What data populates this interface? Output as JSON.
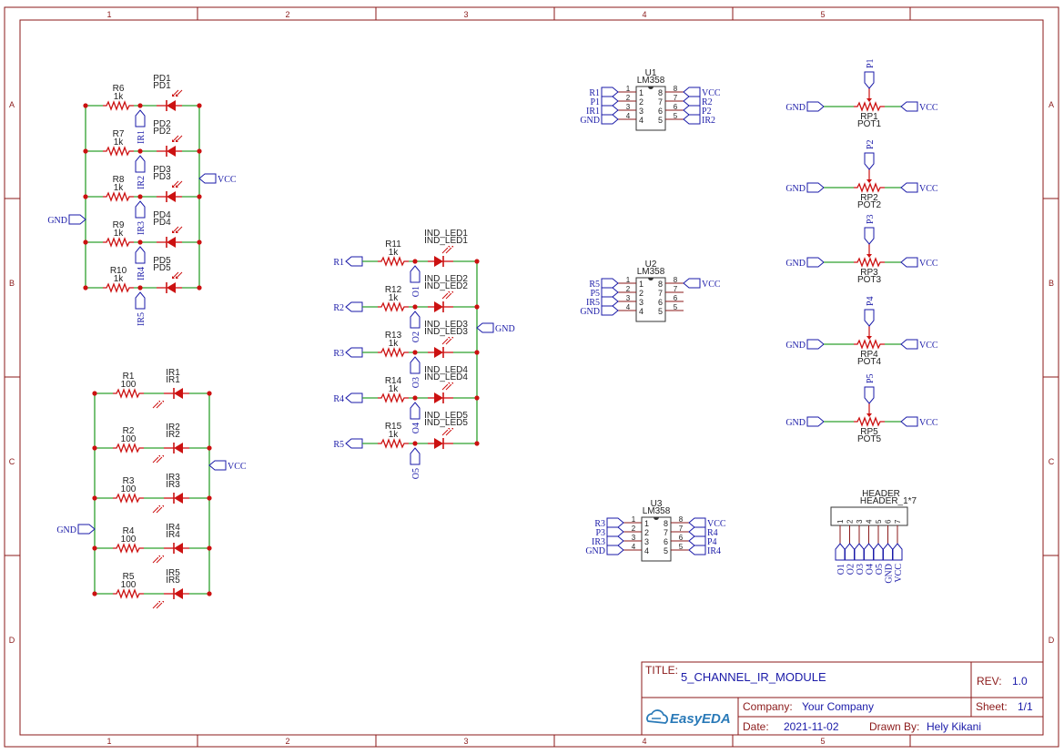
{
  "sheet": {
    "col_labels": [
      "1",
      "2",
      "3",
      "4",
      "5"
    ],
    "row_labels": [
      "A",
      "B",
      "C",
      "D"
    ]
  },
  "title_block": {
    "title_label": "TITLE:",
    "title": "5_CHANNEL_IR_MODULE",
    "rev_label": "REV:",
    "rev": "1.0",
    "company_label": "Company:",
    "company": "Your Company",
    "sheet_label": "Sheet:",
    "sheet": "1/1",
    "date_label": "Date:",
    "date": "2021-11-02",
    "drawn_label": "Drawn By:",
    "drawn_by": "Hely Kikani",
    "logo_text": "EasyEDA"
  },
  "photodiodes": [
    {
      "r": "R6",
      "rv": "1k",
      "pd": "PD1",
      "pdv": "PD1",
      "net": "IR1"
    },
    {
      "r": "R7",
      "rv": "1k",
      "pd": "PD2",
      "pdv": "PD2",
      "net": "IR2"
    },
    {
      "r": "R8",
      "rv": "1k",
      "pd": "PD3",
      "pdv": "PD3",
      "net": "IR3"
    },
    {
      "r": "R9",
      "rv": "1k",
      "pd": "PD4",
      "pdv": "PD4",
      "net": "IR4"
    },
    {
      "r": "R10",
      "rv": "1k",
      "pd": "PD5",
      "pdv": "PD5",
      "net": "IR5"
    }
  ],
  "ir_leds": [
    {
      "r": "R1",
      "rv": "100",
      "d": "IR1",
      "dv": "IR1"
    },
    {
      "r": "R2",
      "rv": "100",
      "d": "IR2",
      "dv": "IR2"
    },
    {
      "r": "R3",
      "rv": "100",
      "d": "IR3",
      "dv": "IR3"
    },
    {
      "r": "R4",
      "rv": "100",
      "d": "IR4",
      "dv": "IR4"
    },
    {
      "r": "R5",
      "rv": "100",
      "d": "IR5",
      "dv": "IR5"
    }
  ],
  "ind_leds": [
    {
      "in": "R1",
      "r": "R11",
      "rv": "1k",
      "d": "IND_LED1",
      "dv": "IND_LED1",
      "out": "O1"
    },
    {
      "in": "R2",
      "r": "R12",
      "rv": "1k",
      "d": "IND_LED2",
      "dv": "IND_LED2",
      "out": "O2"
    },
    {
      "in": "R3",
      "r": "R13",
      "rv": "1k",
      "d": "IND_LED3",
      "dv": "IND_LED3",
      "out": "O3"
    },
    {
      "in": "R4",
      "r": "R14",
      "rv": "1k",
      "d": "IND_LED4",
      "dv": "IND_LED4",
      "out": "O4"
    },
    {
      "in": "R5",
      "r": "R15",
      "rv": "1k",
      "d": "IND_LED5",
      "dv": "IND_LED5",
      "out": "O5"
    }
  ],
  "opamps": [
    {
      "ref": "U1",
      "val": "LM358",
      "left": [
        "R1",
        "P1",
        "IR1",
        "GND"
      ],
      "right": [
        "VCC",
        "R2",
        "P2",
        "IR2"
      ]
    },
    {
      "ref": "U2",
      "val": "LM358",
      "left": [
        "R5",
        "P5",
        "IR5",
        "GND"
      ],
      "right": [
        "VCC",
        "",
        "",
        ""
      ]
    },
    {
      "ref": "U3",
      "val": "LM358",
      "left": [
        "R3",
        "P3",
        "IR3",
        "GND"
      ],
      "right": [
        "VCC",
        "R4",
        "P4",
        "IR4"
      ]
    }
  ],
  "pots": [
    {
      "ref": "RP1",
      "val": "POT1",
      "wiper": "P1"
    },
    {
      "ref": "RP2",
      "val": "POT2",
      "wiper": "P2"
    },
    {
      "ref": "RP3",
      "val": "POT3",
      "wiper": "P3"
    },
    {
      "ref": "RP4",
      "val": "POT4",
      "wiper": "P4"
    },
    {
      "ref": "RP5",
      "val": "POT5",
      "wiper": "P5"
    }
  ],
  "header": {
    "name": "HEADER",
    "value": "HEADER_1*7",
    "pins": [
      "O1",
      "O2",
      "O3",
      "O4",
      "O5",
      "GND",
      "VCC"
    ]
  },
  "nets": {
    "gnd": "GND",
    "vcc": "VCC"
  },
  "colors": {
    "frame": "#8b1a1a",
    "wire": "#2ea02e",
    "component": "#cc1111",
    "net_label": "#1a1aa8",
    "text": "#222222"
  }
}
